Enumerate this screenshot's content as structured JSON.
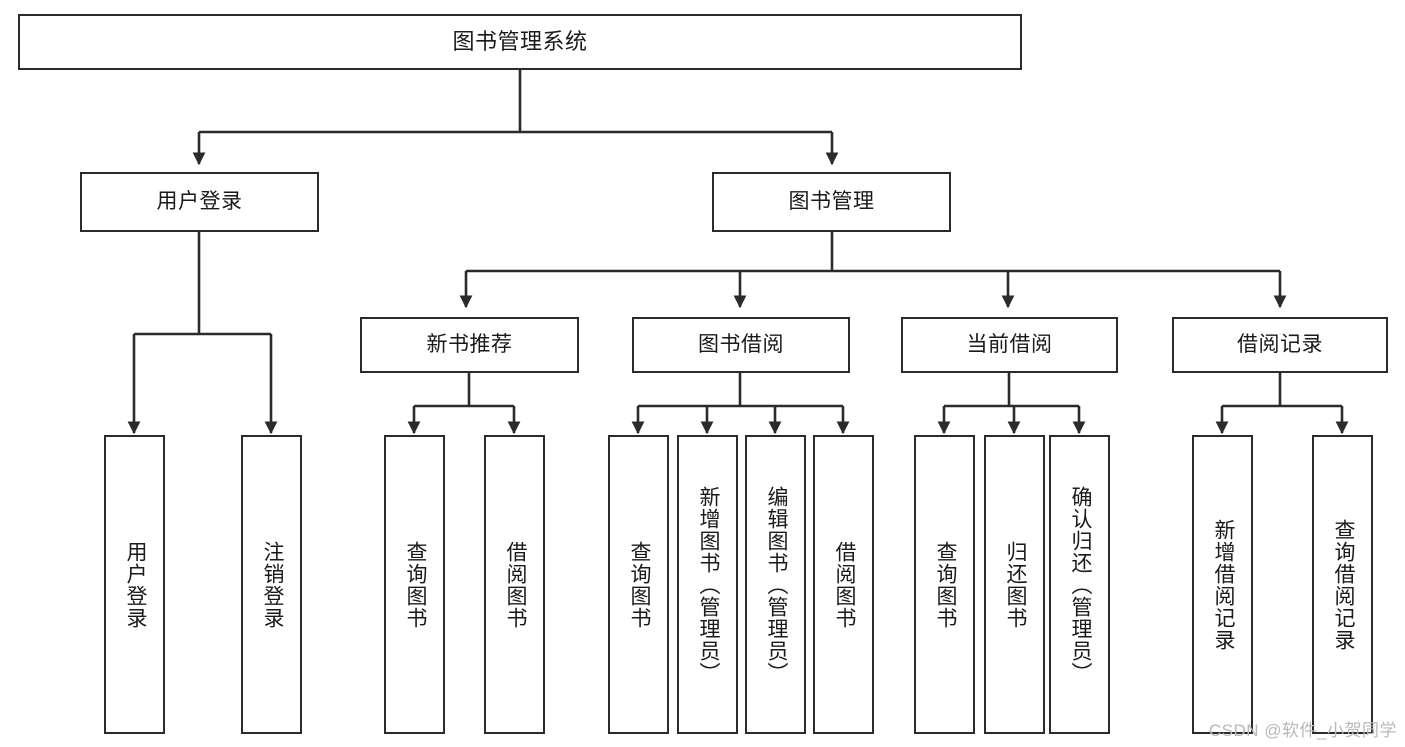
{
  "diagram": {
    "title": "图书管理系统",
    "type": "tree-hierarchy-chart",
    "watermark": "CSDN @软件_小贺同学",
    "colors": {
      "box_border": "#2b2b2b",
      "box_fill": "#ffffff",
      "connector": "#2b2b2b",
      "text": "#1a1a1a",
      "watermark": "#b8b8b8",
      "background": "#ffffff"
    },
    "levels": {
      "root": {
        "label": "图书管理系统"
      },
      "level2": [
        {
          "label": "用户登录"
        },
        {
          "label": "图书管理"
        }
      ],
      "level3": [
        {
          "label": "新书推荐"
        },
        {
          "label": "图书借阅"
        },
        {
          "label": "当前借阅"
        },
        {
          "label": "借阅记录"
        }
      ],
      "leaves": {
        "user_login": [
          {
            "label": "用户登录"
          },
          {
            "label": "注销登录"
          }
        ],
        "new_book_recommend": [
          {
            "label": "查询图书"
          },
          {
            "label": "借阅图书"
          }
        ],
        "book_borrow": [
          {
            "label": "查询图书"
          },
          {
            "label": "新增图书（管理员）"
          },
          {
            "label": "编辑图书（管理员）"
          },
          {
            "label": "借阅图书"
          }
        ],
        "current_borrow": [
          {
            "label": "查询图书"
          },
          {
            "label": "归还图书"
          },
          {
            "label": "确认归还（管理员）"
          }
        ],
        "borrow_record": [
          {
            "label": "新增借阅记录"
          },
          {
            "label": "查询借阅记录"
          }
        ]
      }
    }
  }
}
